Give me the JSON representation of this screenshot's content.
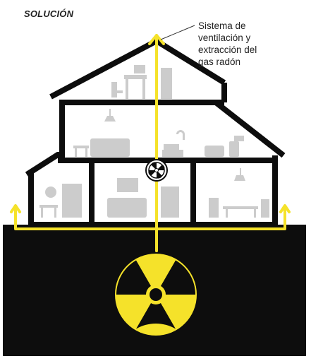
{
  "title": "SOLUCIÓN",
  "callout": {
    "lines": [
      "Sistema de",
      "ventilación y",
      "extracción del",
      "gas radón"
    ]
  },
  "colors": {
    "flow": "#f5e22a",
    "house": "#0d0d0d",
    "furniture": "#cccccc",
    "ground": "#0d0d0d",
    "background": "#ffffff"
  },
  "icons": [
    "radiation-symbol-icon",
    "ventilation-fan-icon",
    "airflow-arrow-icon"
  ]
}
